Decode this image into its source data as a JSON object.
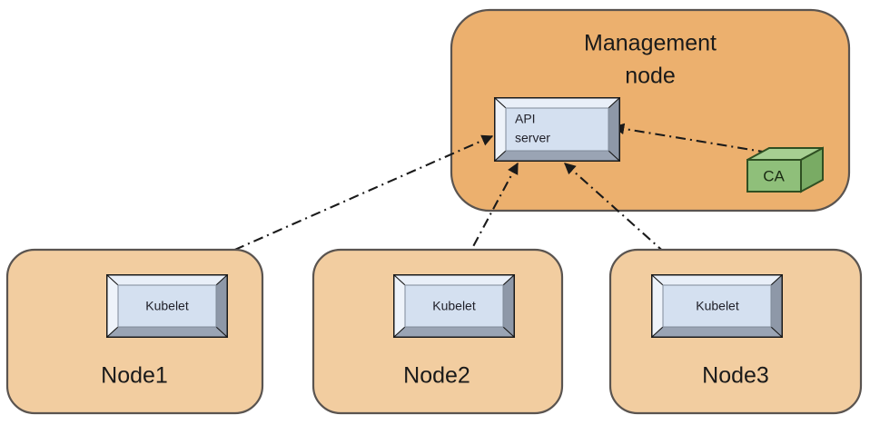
{
  "diagram": {
    "title_visible": false,
    "background_color": "#ffffff",
    "colors": {
      "management_node_fill": "#ecb06e",
      "worker_node_fill": "#f2cda0",
      "node_stroke": "#5a5450",
      "box_face_fill": "#d4e0f0",
      "box_bevel_light": "#eef3fa",
      "box_bevel_dark": "#9aa4b4",
      "box_stroke": "#1a1a1a",
      "ca_front_fill": "#8fbf7a",
      "ca_top_fill": "#a7cf92",
      "ca_side_fill": "#79ab64",
      "ca_stroke": "#2f4f22",
      "connector_stroke": "#1a1a1a"
    },
    "management_node": {
      "label_line1": "Management",
      "label_line2": "node",
      "api_server": {
        "label_line1": "API",
        "label_line2": "server"
      },
      "ca": {
        "label": "CA"
      }
    },
    "worker_nodes": [
      {
        "name": "Node1",
        "component_label": "Kubelet"
      },
      {
        "name": "Node2",
        "component_label": "Kubelet"
      },
      {
        "name": "Node3",
        "component_label": "Kubelet"
      }
    ],
    "connectors": [
      {
        "from": "api-server",
        "to": "kubelet-node1",
        "style": "dash-dot",
        "arrows": "both"
      },
      {
        "from": "api-server",
        "to": "kubelet-node2",
        "style": "dash-dot",
        "arrows": "both"
      },
      {
        "from": "api-server",
        "to": "kubelet-node3",
        "style": "dash-dot",
        "arrows": "both"
      },
      {
        "from": "api-server",
        "to": "ca",
        "style": "dash-dot",
        "arrows": "both"
      }
    ]
  }
}
